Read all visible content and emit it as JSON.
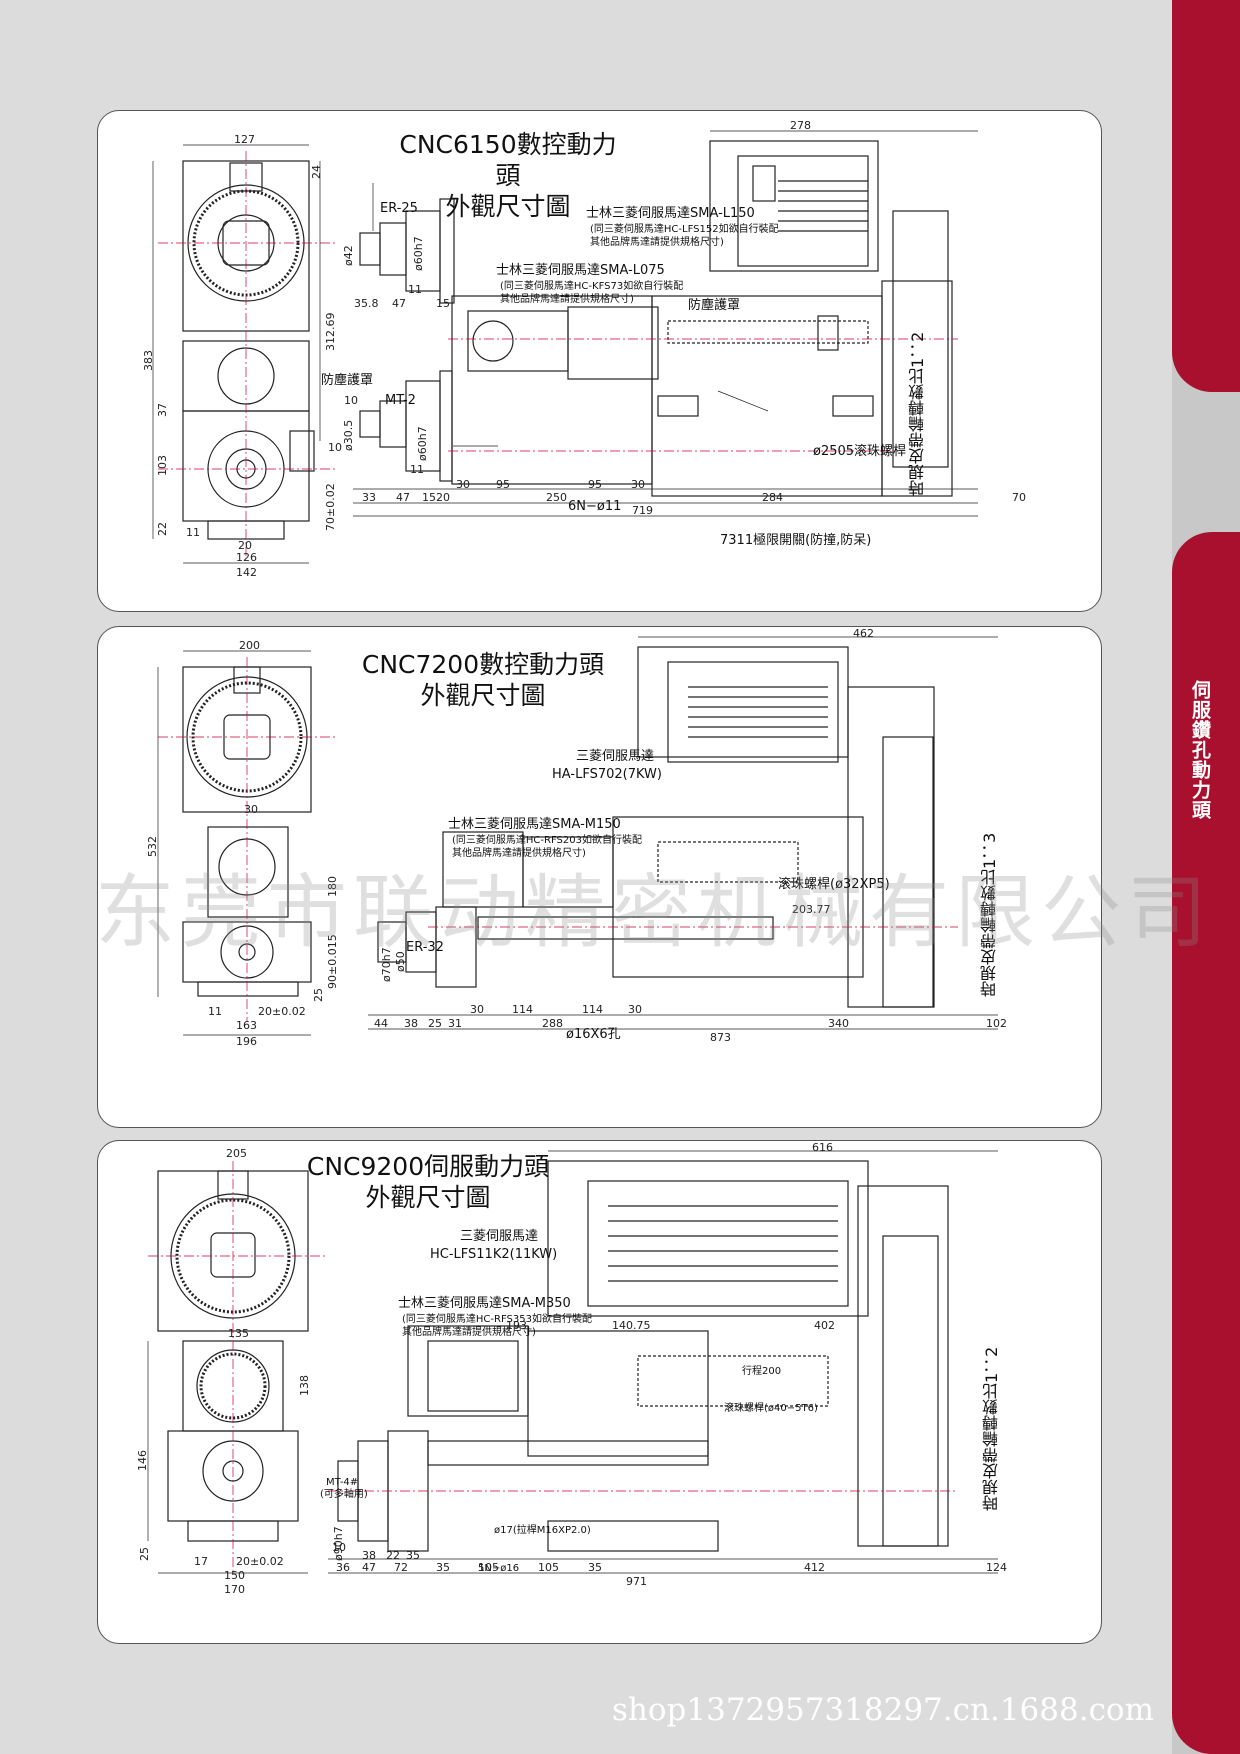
{
  "side_tab": {
    "label": "伺服鑽孔動力頭"
  },
  "watermark": "东莞市联动精密机械有限公司",
  "footer": "shop1372957318297.cn.1688.com",
  "panels": [
    {
      "title_line1": "CNC6150數控動力頭",
      "title_line2": "外觀尺寸圖",
      "labels": {
        "er": "ER-25",
        "mt": "MT-2",
        "motor_big": "士林三菱伺服馬達SMA-L150",
        "motor_big_note1": "(同三菱伺服馬達HC-LFS152如欲自行裝配",
        "motor_big_note2": "其他品牌馬達請提供規格尺寸)",
        "motor_small": "士林三菱伺服馬達SMA-L075",
        "motor_small_note1": "(同三菱伺服馬達HC-KFS73如欲自行裝配",
        "motor_small_note2": "其他品牌馬達請提供規格尺寸)",
        "dust_left": "防塵護罩",
        "dust_right": "防塵護罩",
        "ballscrew": "ø2505滚珠螺桿",
        "holes": "6N−ø11",
        "limit": "7311極限開關(防撞,防呆)",
        "belt": "時規皮帶輪轉數比1：2"
      },
      "dims": {
        "d127": "127",
        "d24": "24",
        "d383": "383",
        "d31269": "312.69",
        "d37": "37",
        "d103": "103",
        "d22": "22",
        "d11a": "11",
        "d20": "20",
        "d126": "126",
        "d142": "142",
        "d7002": "70±0.02",
        "d42": "ø42",
        "d60h7a": "ø60h7",
        "d358": "35.8",
        "d47a": "47",
        "d11b": "11",
        "d15a": "15",
        "d10a": "10",
        "d305": "ø30.5",
        "d10b": "10",
        "d60h7b": "ø60h7",
        "d11c": "11",
        "d33": "33",
        "d47b": "47",
        "d15b": "15",
        "d20b": "20",
        "d30a": "30",
        "d95a": "95",
        "d250": "250",
        "d95b": "95",
        "d30b": "30",
        "d284": "284",
        "d70": "70",
        "d719": "719",
        "d278": "278"
      }
    },
    {
      "title_line1": "CNC7200數控動力頭",
      "title_line2": "外觀尺寸圖",
      "labels": {
        "motor_big": "三菱伺服馬達",
        "motor_big2": "HA-LFS702(7KW)",
        "motor_small": "士林三菱伺服馬達SMA-M150",
        "motor_small_note1": "(同三菱伺服馬達HC-RFS203如欲自行裝配",
        "motor_small_note2": "其他品牌馬達請提供規格尺寸)",
        "er": "ER-32",
        "ballscrew": "滚珠螺桿(ø32XP5)",
        "holes": "ø16X6孔",
        "belt": "時規皮帶輪轉數比1：3"
      },
      "dims": {
        "d200": "200",
        "d462": "462",
        "d532": "532",
        "d180": "180",
        "d9000": "90±0.015",
        "d25": "25",
        "d70h7": "ø70h7",
        "d50": "ø50",
        "d11": "11",
        "d2002": "20±0.02",
        "d163": "163",
        "d196": "196",
        "d20377": "203.77",
        "d44": "44",
        "d38": "38",
        "d25b": "25",
        "d31": "31",
        "d30a": "30",
        "d114a": "114",
        "d288": "288",
        "d114b": "114",
        "d30b": "30",
        "d340": "340",
        "d102": "102",
        "d873": "873",
        "d30c": "30"
      }
    },
    {
      "title_line1": "CNC9200伺服動力頭",
      "title_line2": "外觀尺寸圖",
      "labels": {
        "motor_big": "三菱伺服馬達",
        "motor_big2": "HC-LFS11K2(11KW)",
        "motor_small": "士林三菱伺服馬達SMA-M350",
        "motor_small_note1": "(同三菱伺服馬達HC-RFS353如欲自行裝配",
        "motor_small_note2": "其他品牌馬達請提供規格尺寸)",
        "mt": "MT-4#",
        "mt_note": "(可多軸用)",
        "ballscrew": "滚珠螺桿(ø40−5T6)",
        "stroke": "行程200",
        "pullrod": "ø17(拉桿M16XP2.0)",
        "holes": "5N−ø16",
        "belt": "時規皮帶輪轉數比1：2"
      },
      "dims": {
        "d205": "205",
        "d616": "616",
        "d135": "135",
        "d193": "193",
        "d14075": "140.75",
        "d402": "402",
        "d138": "138",
        "d146": "146",
        "d90h7": "ø90h7",
        "d10": "10",
        "d2002": "20±0.02",
        "d150": "150",
        "d170": "170",
        "d36": "36",
        "d47": "47",
        "d72": "72",
        "d35a": "35",
        "d105a": "105",
        "d105b": "105",
        "d35b": "35",
        "d412": "412",
        "d124": "124",
        "d971": "971",
        "d38": "38",
        "d22": "22",
        "d35c": "35",
        "d25": "25",
        "d17": "17"
      }
    }
  ]
}
